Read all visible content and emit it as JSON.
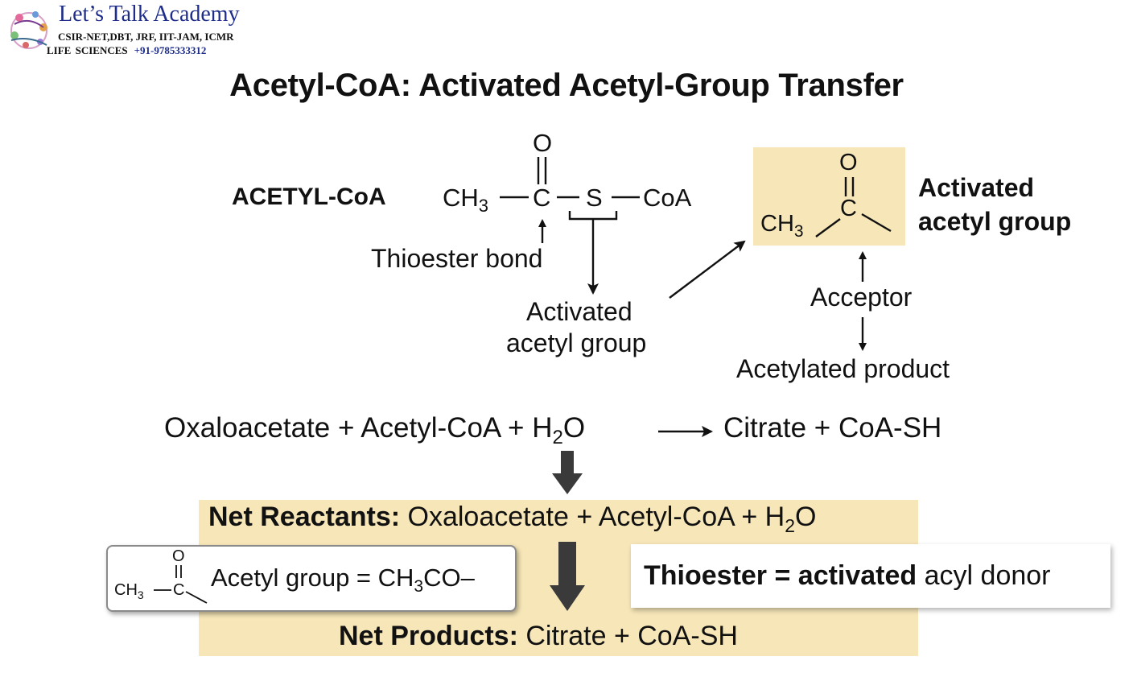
{
  "logo": {
    "title": "Let’s Talk Academy",
    "line1": "CSIR-NET,DBT, JRF, IIT-JAM, ICMR",
    "line2": "LIFE SCIENCES",
    "phone": "+91-9785333312"
  },
  "title": "Acetyl-CoA: Activated Acetyl-Group Transfer",
  "structure": {
    "name": "ACETYL-CoA",
    "ch": "CH",
    "sub3": "3",
    "oxygen": "O",
    "carbon": "C",
    "sulfur": "S",
    "coa": "CoA",
    "thioester_label": "Thioester bond",
    "activated_line1": "Activated",
    "activated_line2": "acetyl group"
  },
  "activated_box": {
    "ch": "CH",
    "sub3": "3",
    "oxygen": "O",
    "carbon": "C",
    "label_line1": "Activated",
    "label_line2": "acetyl group",
    "acceptor": "Acceptor",
    "product": "Acetylated product"
  },
  "equation": {
    "left_part": "Oxaloacetate + Acetyl-CoA + H",
    "sub2": "2",
    "o": "O",
    "right_part": "Citrate + CoA-SH"
  },
  "net": {
    "reactants_label": "Net Reactants:",
    "reactants_text": " Oxaloacetate + Acetyl-CoA + H",
    "sub2": "2",
    "o": "O",
    "products_label": "Net Products:",
    "products_text": " Citrate + CoA-SH"
  },
  "acetyl_card": {
    "ch": "CH",
    "sub3": "3",
    "oxygen": "O",
    "carbon": "C",
    "text_pre": "Acetyl group = CH",
    "sub3b": "3",
    "text_post": "CO–"
  },
  "thioester_card": {
    "bold": "Thioester = activated",
    "normal": " acyl donor"
  }
}
